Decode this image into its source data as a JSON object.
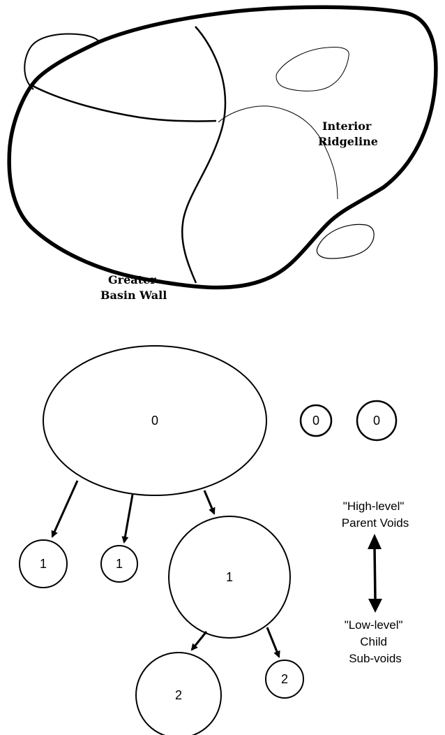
{
  "basin_map": {
    "labels": {
      "interior_ridgeline": [
        "Interior",
        "Ridgeline"
      ],
      "greater_basin_wall": [
        "Greater",
        "Basin Wall"
      ]
    }
  },
  "void_tree": {
    "nodes": {
      "root": "0",
      "top_small_a": "0",
      "top_small_b": "0",
      "level1_a": "1",
      "level1_b": "1",
      "level1_c": "1",
      "level2_a": "2",
      "level2_b": "2"
    },
    "legend": {
      "high_level": [
        "\"High-level\"",
        "Parent Voids"
      ],
      "low_level": [
        "\"Low-level\"",
        "Child",
        "Sub-voids"
      ]
    }
  }
}
